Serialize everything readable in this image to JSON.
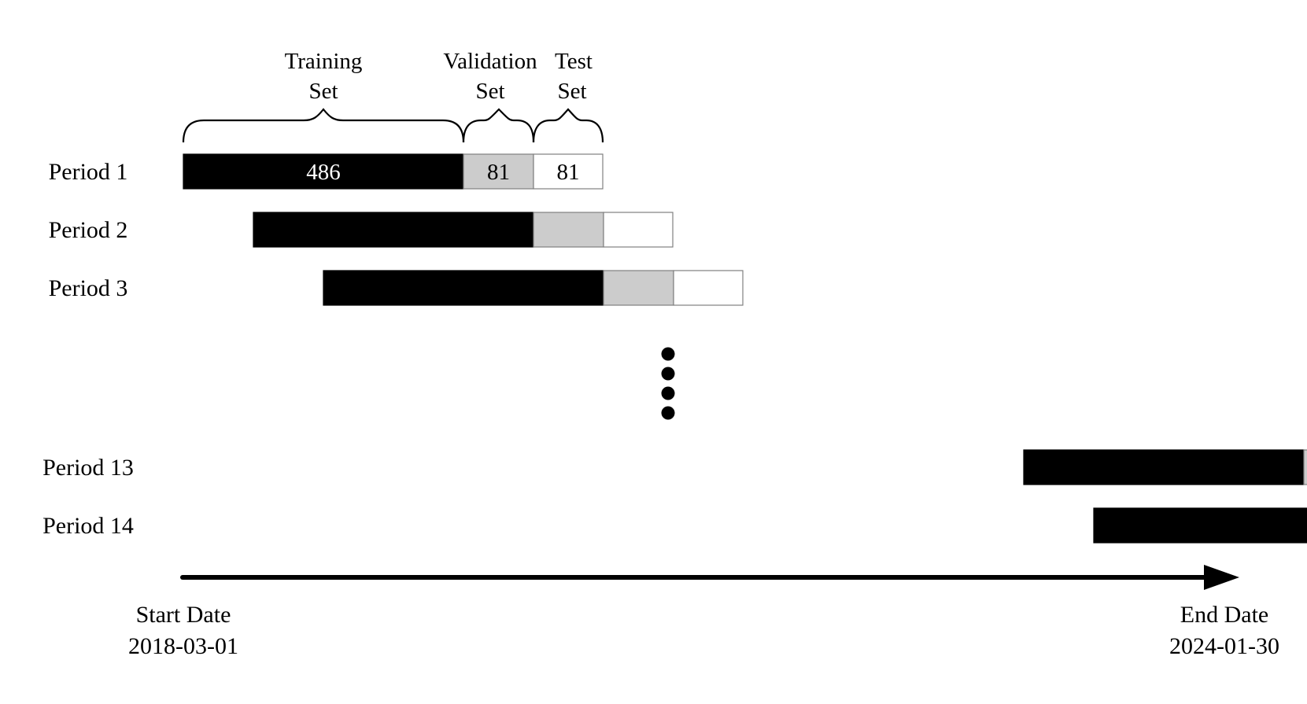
{
  "colors": {
    "training": "#000000",
    "validation": "#cccccc",
    "test": "#ffffff",
    "segment_border": "#808080",
    "ink": "#000000",
    "training_label": "#ffffff"
  },
  "brace_labels": {
    "training": [
      "Training",
      "Set"
    ],
    "validation": [
      "Validation",
      "Set"
    ],
    "test": [
      "Test",
      "Set"
    ]
  },
  "segment_sizes": {
    "training": "486",
    "validation": "81",
    "test": "81"
  },
  "periods": [
    {
      "label": "Period 1",
      "offset_steps": 0,
      "show_sizes": true
    },
    {
      "label": "Period 2",
      "offset_steps": 1,
      "show_sizes": false
    },
    {
      "label": "Period 3",
      "offset_steps": 2,
      "show_sizes": false
    },
    {
      "label": "Period 13",
      "offset_steps": 12,
      "show_sizes": false
    },
    {
      "label": "Period 14",
      "offset_steps": 13,
      "show_sizes": false
    }
  ],
  "ellipsis_dots": 4,
  "timeline": {
    "start_label": "Start Date",
    "start_date": "2018-03-01",
    "end_label": "End Date",
    "end_date": "2024-01-30"
  }
}
